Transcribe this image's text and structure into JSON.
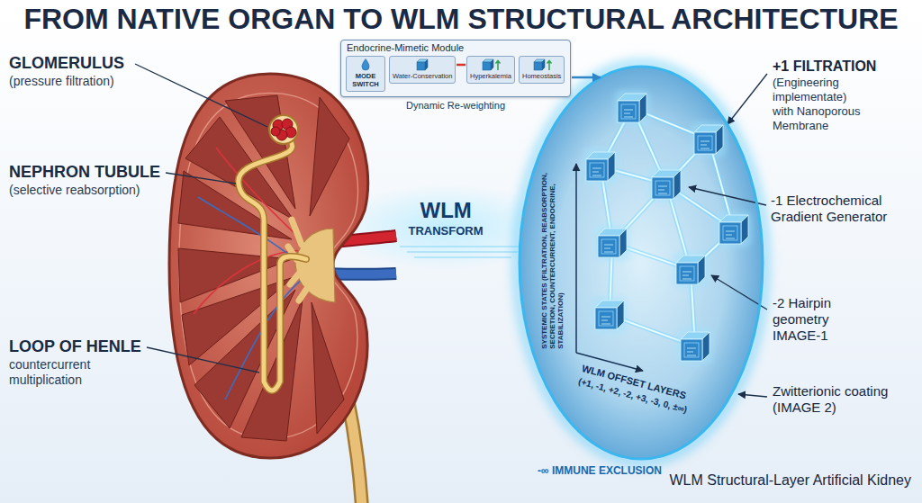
{
  "diagram": {
    "title": "FROM NATIVE ORGAN TO WLM STRUCTURAL ARCHITECTURE",
    "nodes": [
      {
        "text": [
          "Endocrine-Mimetic Module"
        ]
      },
      {
        "text": [
          "MODE SWITCH"
        ],
        "in": 0
      },
      {
        "text": [
          "Water-Conservation"
        ],
        "in": 0
      },
      {
        "text": [
          "Hyperkalemia"
        ],
        "in": 0
      },
      {
        "text": [
          "Homeostasis"
        ],
        "in": 0
      },
      {
        "text": [
          "-∞ IMMUNE EXCLUSION",
          "WLM Structural-Layer Artificial Kidney"
        ]
      }
    ],
    "edges": [
      {
        "from": 2,
        "to": 3,
        "arrow": "none"
      },
      {
        "from": 0,
        "to": 5,
        "arrow": "to"
      }
    ],
    "labels": [
      "GLOMERULUS",
      "(pressure filtration)",
      "NEPHRON TUBULE",
      "(selective reabsorption)",
      "LOOP OF HENLE",
      "countercurrent multiplication",
      "Dynamic Re-weighting",
      "WLM",
      "TRANSFORM",
      "+1 FILTRATION",
      "(Engineering implementate)",
      "with Nanoporous Membrane",
      "-1 Electrochemical Gradient Generator",
      "-2 Hairpin geometry IMAGE-1",
      "Zwitterionic coating (IMAGE 2)",
      "SYSTEMIC STATES (FILTRATION, REABSORPTION, SECRETION, COUNTERCURRENT, ENDOCRINE, STABILIZATION)",
      "WLM OFFSET LAYERS",
      "(+1, -1, +2, -2, +3, -3, 0, ±∞)"
    ]
  }
}
